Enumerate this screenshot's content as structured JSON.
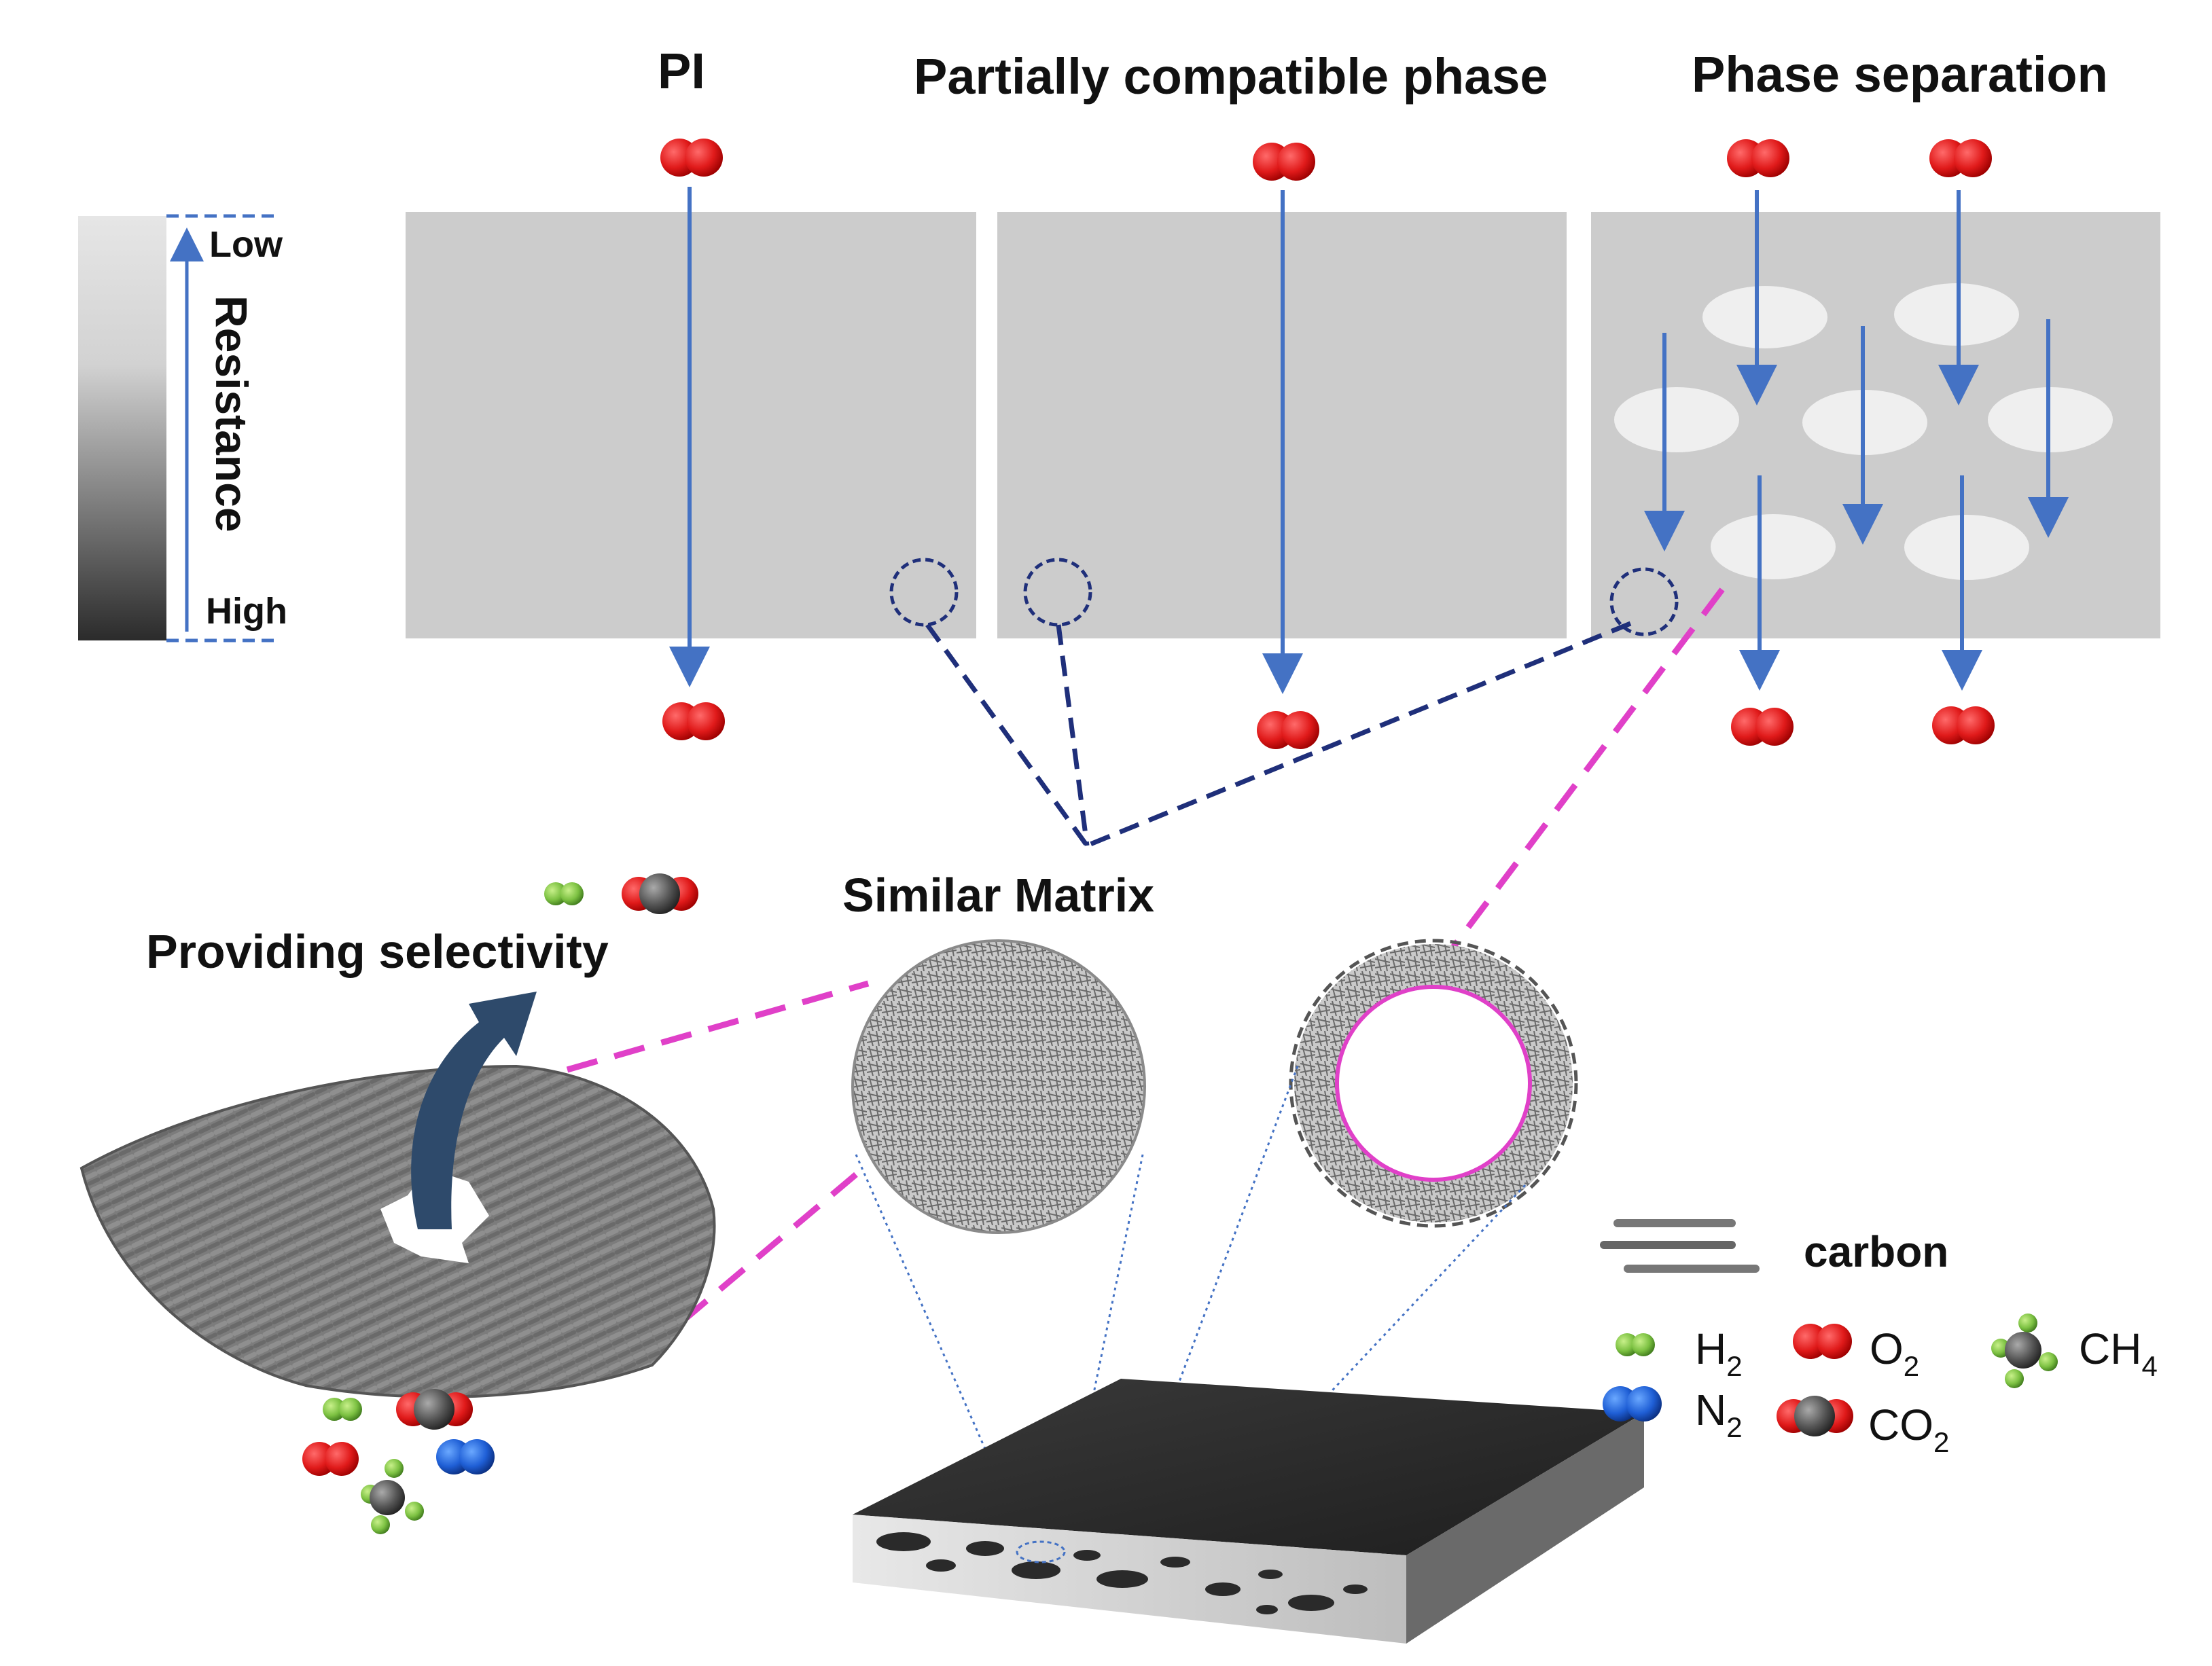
{
  "titles": {
    "pi": "PI",
    "partial": "Partially compatible phase",
    "separation": "Phase separation"
  },
  "resistance_bar": {
    "label": "Resistance",
    "low": "Low",
    "high": "High"
  },
  "similar_matrix": "Similar Matrix",
  "providing_selectivity": "Providing selectivity",
  "legend": {
    "carbon": "carbon",
    "h2": "H",
    "h2_sub": "2",
    "o2": "O",
    "o2_sub": "2",
    "ch4": "CH",
    "ch4_sub": "4",
    "n2": "N",
    "n2_sub": "2",
    "co2": "CO",
    "co2_sub": "2"
  },
  "colors": {
    "arrow": "#4472c4",
    "panel": "#cccccc",
    "o2": "#e01a1a",
    "h2": "#7cc142",
    "n2": "#1f5fd6",
    "co2_center": "#555555",
    "ch4_center": "#555555",
    "ch4_arms": "#7cc142",
    "dashed_navy": "#1f2f7a",
    "dashed_magenta": "#e040c8",
    "curved_arrow": "#2e4a6b"
  }
}
